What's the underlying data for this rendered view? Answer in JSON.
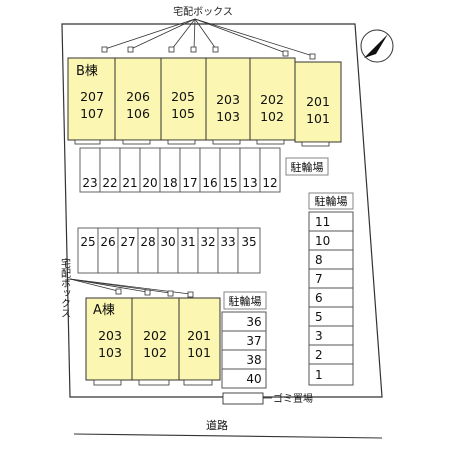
{
  "north_arrow_icon": "north-arrow-icon",
  "delivery_box_top": "宅配ボックス",
  "delivery_box_side": "宅配ボックス",
  "building_b": {
    "label": "B棟",
    "units": [
      [
        "207",
        "107"
      ],
      [
        "206",
        "106"
      ],
      [
        "205",
        "105"
      ],
      [
        "203",
        "103"
      ],
      [
        "202",
        "102"
      ],
      [
        "201",
        "101"
      ]
    ]
  },
  "building_a": {
    "label": "A棟",
    "units": [
      [
        "203",
        "103"
      ],
      [
        "202",
        "102"
      ],
      [
        "201",
        "101"
      ]
    ]
  },
  "parking_row_top": [
    "23",
    "22",
    "21",
    "20",
    "18",
    "17",
    "16",
    "15",
    "13",
    "12"
  ],
  "parking_row_mid": [
    "25",
    "26",
    "27",
    "28",
    "30",
    "31",
    "32",
    "33",
    "35"
  ],
  "parking_col_a": [
    "36",
    "37",
    "38",
    "40"
  ],
  "parking_col_right": [
    "11",
    "10",
    "8",
    "7",
    "6",
    "5",
    "3",
    "2",
    "1"
  ],
  "bike_parking_1": "駐輪場",
  "bike_parking_2": "駐輪場",
  "bike_parking_3": "駐輪場",
  "garbage": "ゴミ置場",
  "road": "道路",
  "colors": {
    "building_fill": "#fbf6b1",
    "outline": "#333333"
  }
}
